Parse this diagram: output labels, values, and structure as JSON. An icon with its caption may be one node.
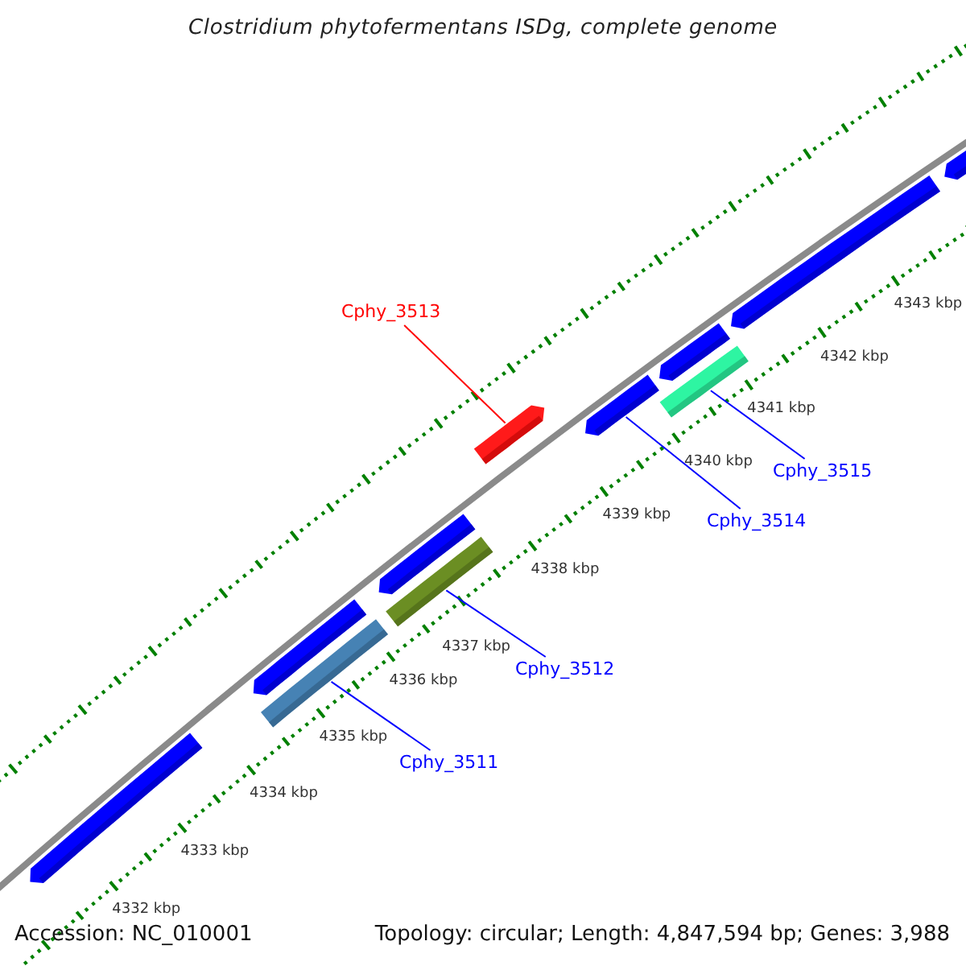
{
  "diagram": {
    "title": "Clostridium phytofermentans ISDg, complete genome",
    "nodes": [
      {
        "text": [
          "Cphy_3513"
        ]
      },
      {
        "text": [],
        "shape": "bar"
      },
      {
        "text": [],
        "shape": "bar"
      },
      {
        "text": [],
        "shape": "bar"
      },
      {
        "text": [],
        "shape": "bar"
      },
      {
        "text": [],
        "shape": "bar"
      },
      {
        "text": [],
        "shape": "bar"
      },
      {
        "text": [
          "Cphy_3515"
        ]
      },
      {
        "text": [
          "Cphy_3514"
        ]
      },
      {
        "text": [],
        "shape": "bar"
      },
      {
        "text": [],
        "shape": "bar"
      },
      {
        "text": [
          "Cphy_3512"
        ]
      },
      {
        "text": [],
        "shape": "bar"
      },
      {
        "text": [],
        "shape": "bar"
      },
      {
        "text": [
          "Cphy_3511"
        ]
      },
      {
        "text": [],
        "shape": "bar"
      }
    ],
    "edges": [
      {
        "from": 0,
        "to": 5,
        "arrow": "none",
        "color": "#ff0000"
      },
      {
        "from": 7,
        "to": 4,
        "arrow": "none"
      },
      {
        "from": 8,
        "to": 6,
        "arrow": "none"
      },
      {
        "from": 11,
        "to": 10,
        "arrow": "none"
      },
      {
        "from": 14,
        "to": 13,
        "arrow": "none"
      }
    ],
    "labels": [
      "4332 kbp",
      "4333 kbp",
      "4334 kbp",
      "4335 kbp",
      "4336 kbp",
      "4337 kbp",
      "4338 kbp",
      "4339 kbp",
      "4340 kbp",
      "4341 kbp",
      "4342 kbp",
      "4343 kbp",
      "Accession: NC_010001",
      "Topology: circular; Length: 4,847,594 bp; Genes: 3,988"
    ]
  }
}
